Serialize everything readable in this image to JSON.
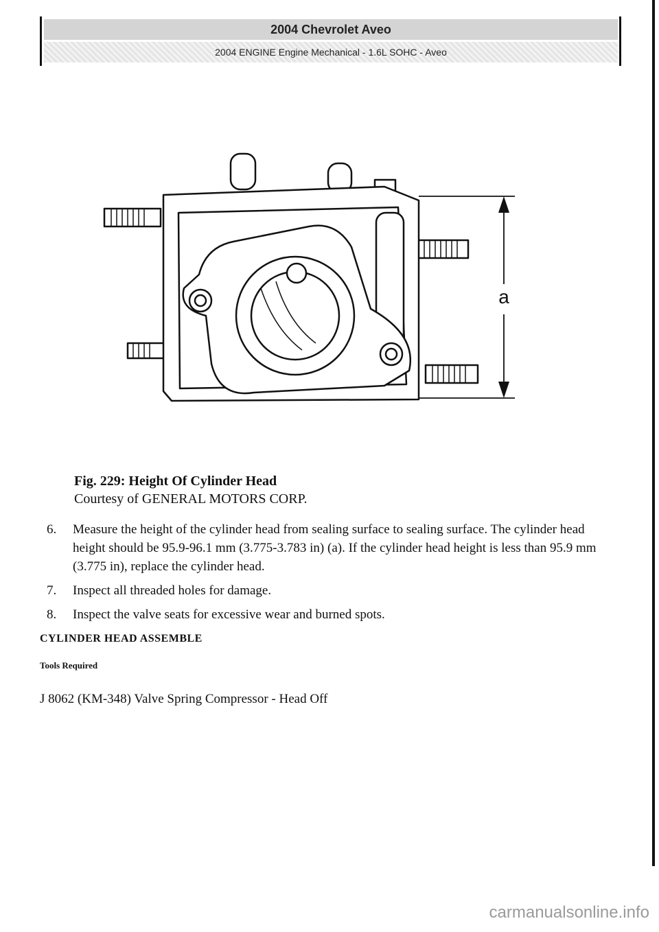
{
  "header": {
    "title": "2004 Chevrolet Aveo",
    "subtitle": "2004 ENGINE Engine Mechanical - 1.6L SOHC - Aveo"
  },
  "figure": {
    "dimension_label": "a",
    "caption_title": "Fig. 229: Height Of Cylinder Head",
    "caption_credit": "Courtesy of GENERAL MOTORS CORP."
  },
  "steps": [
    {
      "num": "6.",
      "text": "Measure the height of the cylinder head from sealing surface to sealing surface. The cylinder head height should be 95.9-96.1 mm (3.775-3.783 in) (a). If the cylinder head height is less than 95.9 mm (3.775 in), replace the cylinder head."
    },
    {
      "num": "7.",
      "text": "Inspect all threaded holes for damage."
    },
    {
      "num": "8.",
      "text": "Inspect the valve seats for excessive wear and burned spots."
    }
  ],
  "section": {
    "title": "CYLINDER HEAD ASSEMBLE",
    "tools_title": "Tools Required",
    "tool": "J 8062 (KM-348) Valve Spring Compressor - Head Off"
  },
  "watermark": "carmanualsonline.info"
}
